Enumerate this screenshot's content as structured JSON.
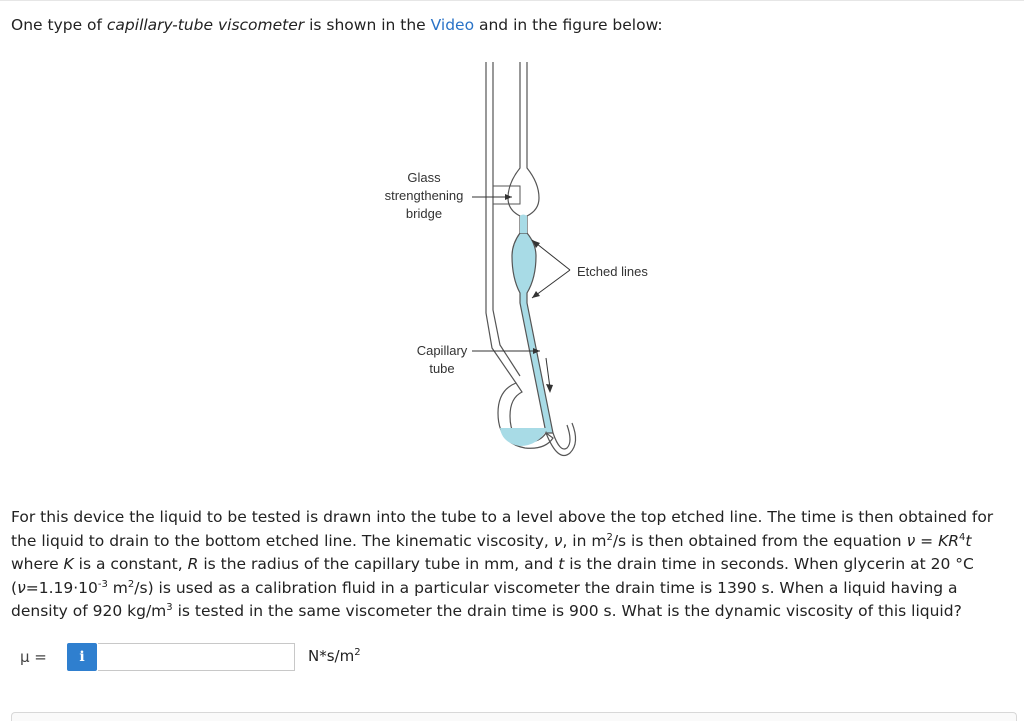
{
  "intro": {
    "text_before": "One type of ",
    "term": "capillary-tube viscometer",
    "text_middle": " is shown in the ",
    "link": "Video",
    "text_after": " and in the figure below:"
  },
  "figure": {
    "label_bridge_1": "Glass",
    "label_bridge_2": "strengthening",
    "label_bridge_3": "bridge",
    "label_etched": "Etched lines",
    "label_capillary_1": "Capillary",
    "label_capillary_2": "tube",
    "liquid_color": "#a8dbe6"
  },
  "problem": {
    "s1": "For this device the liquid to be tested is drawn into the tube to a level above the top etched line. The time is then obtained for the liquid to drain to the bottom etched line. The kinematic viscosity, ",
    "nu": "ν",
    "s2": ", in m",
    "exp2": "2",
    "s3": "/s is then obtained from the equation ",
    "eq_nu": "ν",
    "eq_mid": " = ",
    "eq_KR": "KR",
    "exp4": "4",
    "eq_t": "t",
    "s4": " where ",
    "K": "K",
    "s5": " is a constant, ",
    "R": "R",
    "s6": " is the radius of the capillary tube in mm, and ",
    "t": "t",
    "s7": " is the drain time in seconds. When glycerin at 20 °C (",
    "nu2": "ν",
    "s8": "=1.19·10",
    "expm3": "-3",
    "s9": " m",
    "exp2b": "2",
    "s10": "/s) is used as a calibration fluid in a particular viscometer the drain time is 1390 s. When a liquid having a density of 920 kg/m",
    "exp3": "3",
    "s11": " is tested in the same viscometer the drain time is 900 s. What is the dynamic viscosity of this liquid?"
  },
  "answer": {
    "label": "μ =",
    "info_icon": "i",
    "value": "",
    "placeholder": "",
    "units_base": "N*s/m",
    "units_exp": "2"
  },
  "colors": {
    "link": "#2a73c7",
    "info_button": "#2f7fcf"
  }
}
